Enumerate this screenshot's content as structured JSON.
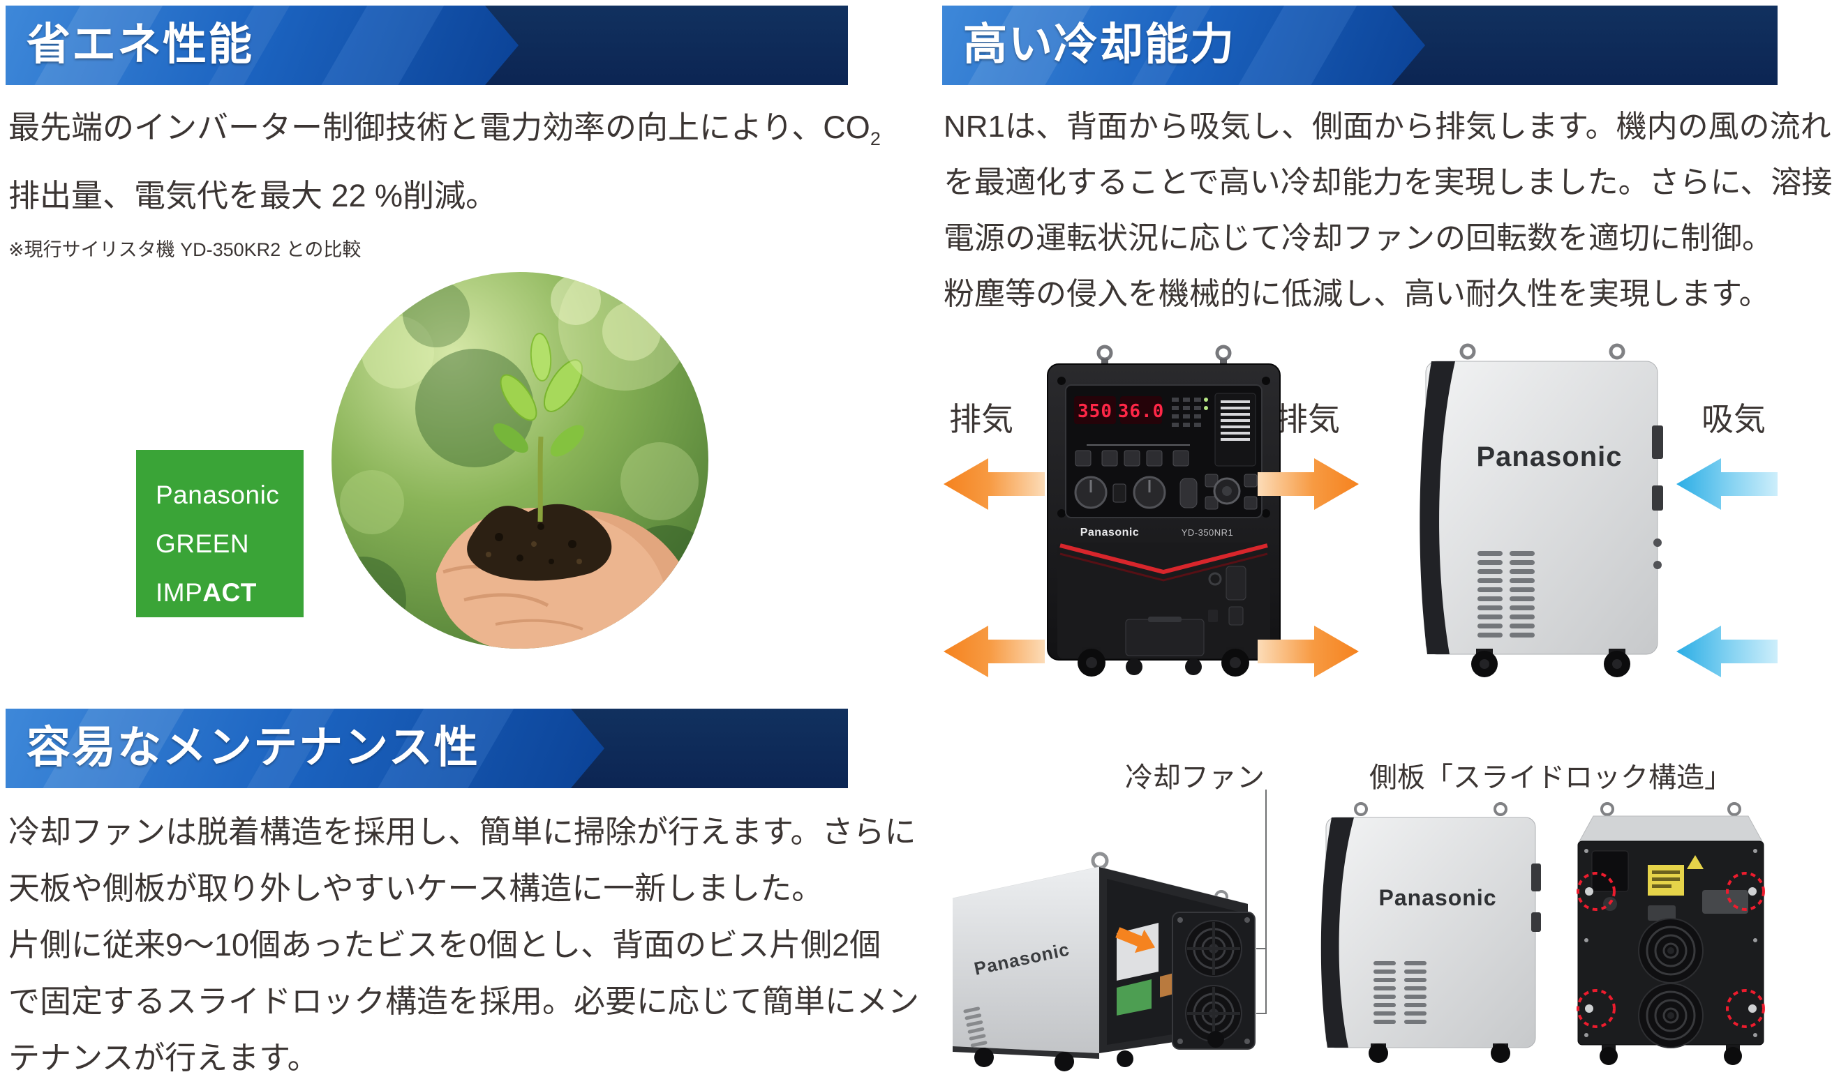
{
  "colors": {
    "banner_navy": "#0c2553",
    "banner_blue": "#1c64c1",
    "accent_orange": "#f5831f",
    "accent_blue": "#2eaee4",
    "green_box": "#3aa437",
    "body_text": "#3b3533",
    "display_red": "#ff2747"
  },
  "sections": {
    "energy": {
      "title": "省エネ性能",
      "line1": "最先端のインバーター制御技術と電力効率の向上により、CO",
      "line1_sub": "2",
      "line2": "排出量、電気代を最大 22 %削減。",
      "note": "※現行サイリスタ機 YD-350KR2 との比較",
      "green_box": {
        "line1": "Panasonic",
        "line2": "GREEN",
        "line3_normal": "IMP",
        "line3_bold": "ACT"
      }
    },
    "cooling": {
      "title": "高い冷却能力",
      "lines": [
        "NR1は、背面から吸気し、側面から排気します。機内の風の流れ",
        "を最適化することで高い冷却能力を実現しました。さらに、溶接",
        "電源の運転状況に応じて冷却ファンの回転数を適切に制御。",
        "粉塵等の侵入を機械的に低減し、高い耐久性を実現します。"
      ],
      "exhaust_left": "排気",
      "exhaust_right": "排気",
      "intake": "吸気",
      "front_machine": {
        "brand": "Panasonic",
        "model": "YD-350NR1",
        "display_amp": "350",
        "display_volt": "36.0"
      },
      "side_machine": {
        "brand": "Panasonic"
      }
    },
    "maintenance": {
      "title": "容易なメンテナンス性",
      "lines": [
        "冷却ファンは脱着構造を採用し、簡単に掃除が行えます。さらに",
        "天板や側板が取り外しやすいケース構造に一新しました。",
        "片側に従来9〜10個あったビスを0個とし、背面のビス片側2個",
        "で固定するスライドロック構造を採用。必要に応じて簡単にメン",
        "テナンスが行えます。"
      ],
      "fan_label": "冷却ファン",
      "panel_label": "側板「スライドロック構造」",
      "angled_machine": {
        "brand": "Panasonic"
      },
      "side_machine": {
        "brand": "Panasonic"
      }
    }
  }
}
